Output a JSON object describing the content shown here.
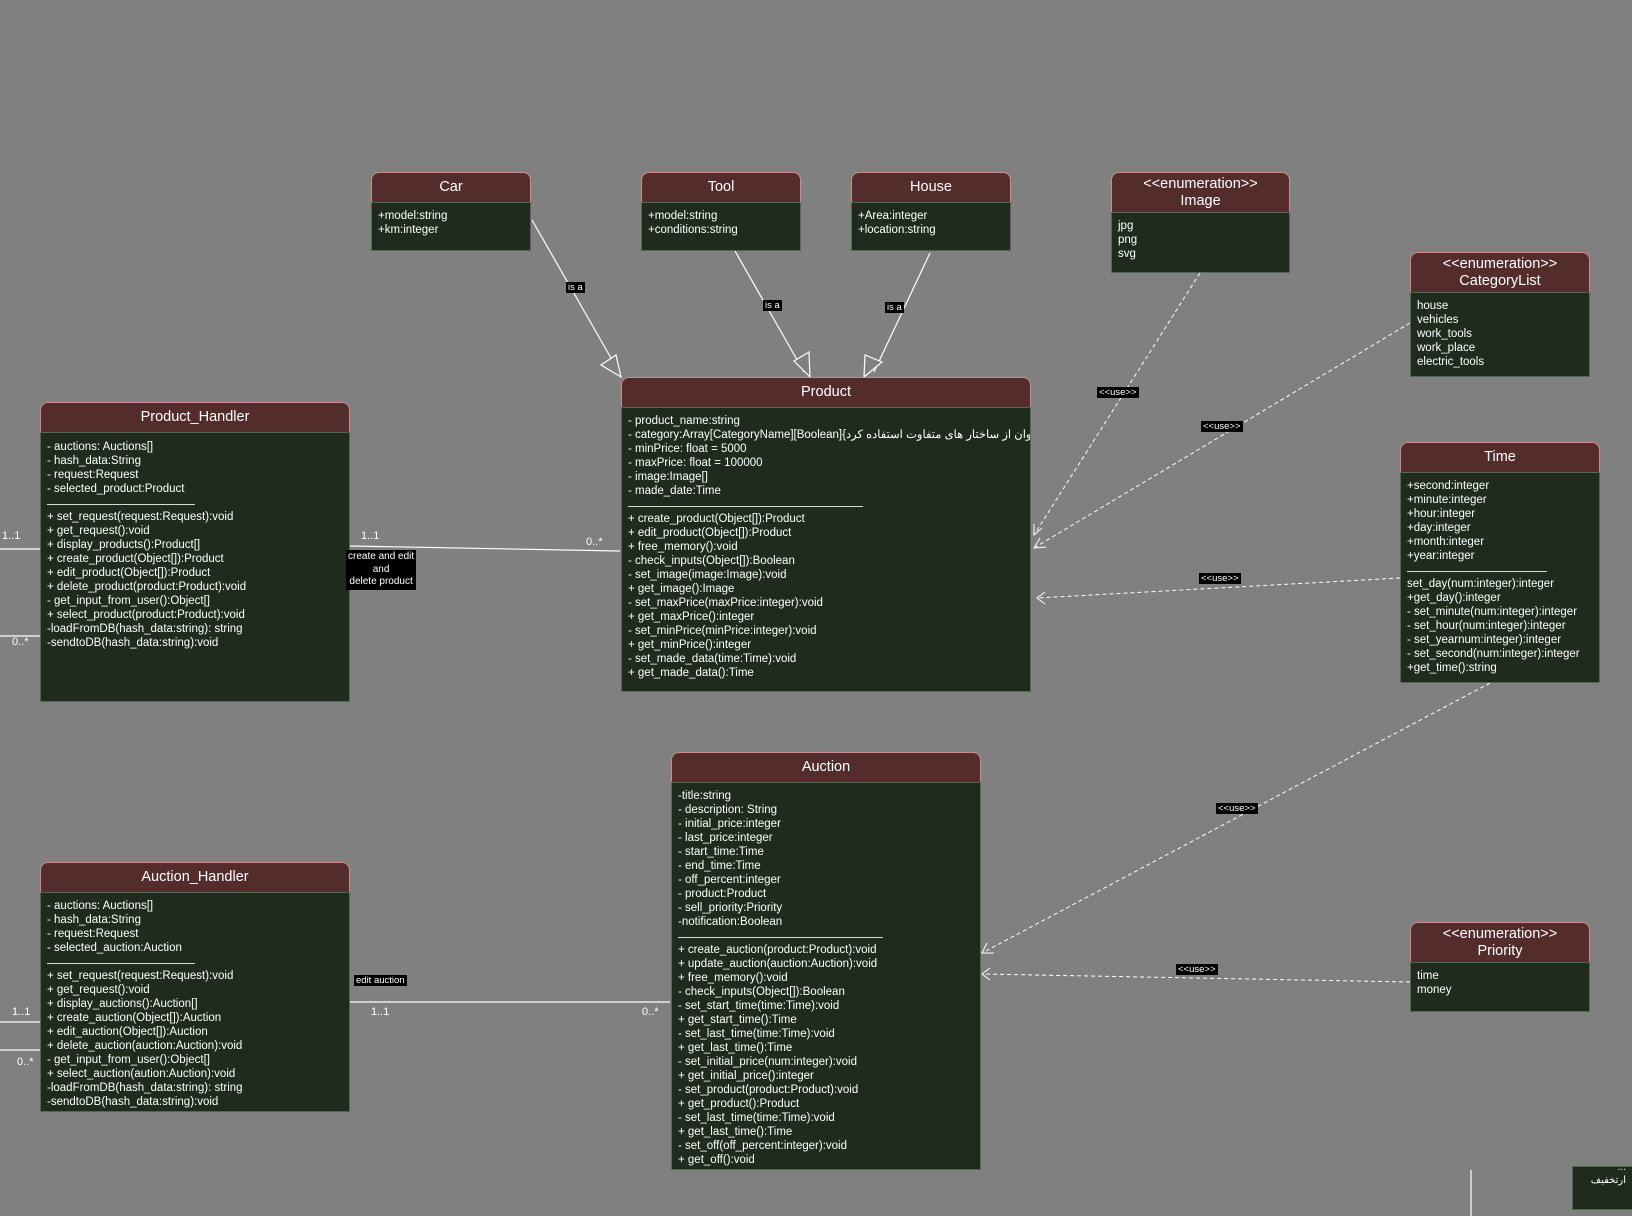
{
  "classes": {
    "car": {
      "title": "Car",
      "items": [
        "+model:string",
        "+km:integer"
      ]
    },
    "tool": {
      "title": "Tool",
      "items": [
        "+model:string",
        "+conditions:string"
      ]
    },
    "house": {
      "title": "House",
      "items": [
        "+Area:integer",
        "+location:string"
      ]
    },
    "image": {
      "stereotype": "<<enumeration>>",
      "title": "Image",
      "items": [
        "jpg",
        "png",
        "svg"
      ]
    },
    "category_list": {
      "stereotype": "<<enumeration>>",
      "title": "CategoryList",
      "items": [
        "house",
        "vehicles",
        "work_tools",
        "work_place",
        "electric_tools"
      ]
    },
    "product": {
      "title": "Product",
      "attributes": [
        "- product_name:string",
        "- category:Array[CategoryName][Boolean]{میتوان از ساختار های متفاوت استفاده کرد}",
        "- minPrice: float = 5000",
        "- maxPrice: float = 100000",
        "- image:Image[]",
        "- made_date:Time"
      ],
      "methods": [
        "+ create_product(Object[]):Product",
        "+ edit_product(Object[]):Product",
        "+ free_memory():void",
        "- check_inputs(Object[]):Boolean",
        "- set_image(image:Image):void",
        "+ get_image():Image",
        "- set_maxPrice(maxPrice:integer):void",
        "+ get_maxPrice():integer",
        "- set_minPrice(minPrice:integer):void",
        "+ get_minPrice():integer",
        "- set_made_data(time:Time):void",
        "+ get_made_data():Time"
      ]
    },
    "product_handler": {
      "title": "Product_Handler",
      "attributes": [
        "- auctions: Auctions[]",
        "- hash_data:String",
        "- request:Request",
        "- selected_product:Product"
      ],
      "methods": [
        "+ set_request(request:Request):void",
        "+ get_request():void",
        "+ display_products():Product[]",
        "+ create_product(Object[]):Product",
        "+ edit_product(Object[]):Product",
        "+ delete_product(product:Product):void",
        "- get_input_from_user():Object[]",
        "+ select_product(product:Product):void",
        "-loadFromDB(hash_data:string): string",
        "-sendtoDB(hash_data:string):void"
      ]
    },
    "time": {
      "title": "Time",
      "attributes": [
        "+second:integer",
        "+minute:integer",
        "+hour:integer",
        "+day:integer",
        "+month:integer",
        "+year:integer"
      ],
      "methods": [
        "set_day(num:integer):integer",
        "+get_day():integer",
        "- set_minute(num:integer):integer",
        "- set_hour(num:integer):integer",
        "- set_yearnum:integer):integer",
        "- set_second(num:integer):integer",
        "+get_time():string"
      ]
    },
    "auction": {
      "title": "Auction",
      "attributes": [
        "-title:string",
        "- description: String",
        "- initial_price:integer",
        "- last_price:integer",
        "- start_time:Time",
        "- end_time:Time",
        "- off_percent:integer",
        "- product:Product",
        "- sell_priority:Priority",
        "-notification:Boolean"
      ],
      "methods": [
        "+ create_auction(product:Product):void",
        "+ update_auction(auction:Auction):void",
        "+ free_memory():void",
        "- check_inputs(Object[]):Boolean",
        "- set_start_time(time:Time):void",
        "+ get_start_time():Time",
        "- set_last_time(time:Time):void",
        "+ get_last_time():Time",
        "- set_initial_price(num:integer):void",
        "+ get_initial_price():integer",
        "- set_product(product:Product):void",
        "+ get_product():Product",
        "- set_last_time(time:Time):void",
        "+ get_last_time():Time",
        "- set_off(off_percent:integer):void",
        "+ get_off():void"
      ]
    },
    "auction_handler": {
      "title": "Auction_Handler",
      "attributes": [
        "- auctions: Auctions[]",
        "- hash_data:String",
        "- request:Request",
        "- selected_auction:Auction"
      ],
      "methods": [
        "+ set_request(request:Request):void",
        "+ get_request():void",
        "+ display_auctions():Auction[]",
        "+ create_auction(Object[]):Auction",
        "+ edit_auction(Object[]):Auction",
        "+ delete_auction(auction:Auction):void",
        "- get_input_from_user():Object[]",
        "+ select_auction(aution:Auction):void",
        "-loadFromDB(hash_data:string): string",
        "-sendtoDB(hash_data:string):void"
      ]
    },
    "priority": {
      "stereotype": "<<enumeration>>",
      "title": "Priority",
      "items": [
        "time",
        "money"
      ]
    }
  },
  "edge_labels": {
    "is_a": "is a",
    "use": "<<use>>",
    "create_edit_delete": [
      "create and edit",
      "and",
      "delete product"
    ],
    "edit_auction": "edit auction"
  },
  "multiplicities": {
    "one_one": "1..1",
    "zero_many": "0..*"
  },
  "partial_text": [
    "...",
    "ارتخفیف"
  ]
}
